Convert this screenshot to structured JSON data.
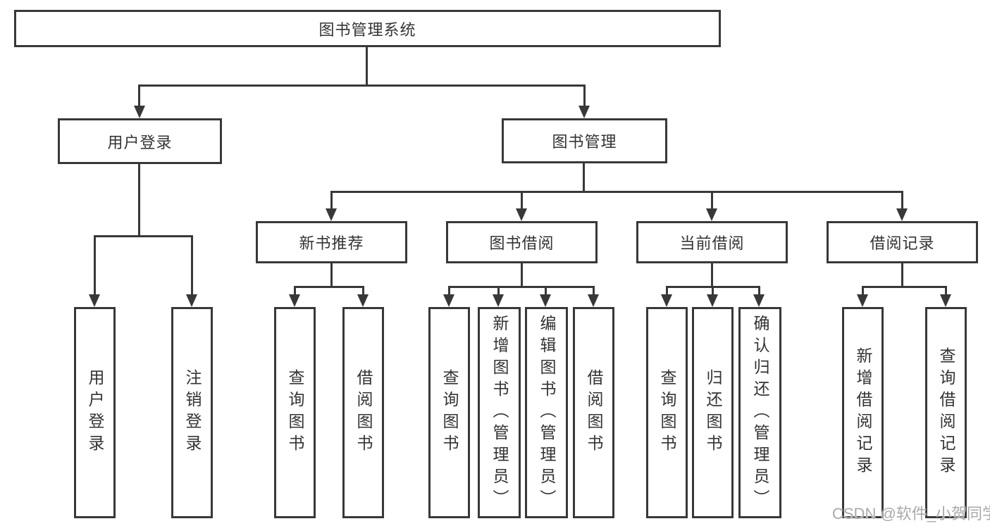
{
  "colors": {
    "line": "#383838",
    "text": "#333333",
    "background": "#ffffff",
    "watermark_text": "#a9a9a9"
  },
  "watermark": "CSDN @软件_小贺同学",
  "tree": {
    "label": "图书管理系统",
    "children": [
      {
        "label": "用户登录",
        "children": [
          {
            "label": "用户登录"
          },
          {
            "label": "注销登录"
          }
        ]
      },
      {
        "label": "图书管理",
        "children": [
          {
            "label": "新书推荐",
            "children": [
              {
                "label": "查询图书"
              },
              {
                "label": "借阅图书"
              }
            ]
          },
          {
            "label": "图书借阅",
            "children": [
              {
                "label": "查询图书"
              },
              {
                "label": "新增图书（管理员）"
              },
              {
                "label": "编辑图书（管理员）"
              },
              {
                "label": "借阅图书"
              }
            ]
          },
          {
            "label": "当前借阅",
            "children": [
              {
                "label": "查询图书"
              },
              {
                "label": "归还图书"
              },
              {
                "label": "确认归还（管理员）"
              }
            ]
          },
          {
            "label": "借阅记录",
            "children": [
              {
                "label": "新增借阅记录"
              },
              {
                "label": "查询借阅记录"
              }
            ]
          }
        ]
      }
    ]
  }
}
